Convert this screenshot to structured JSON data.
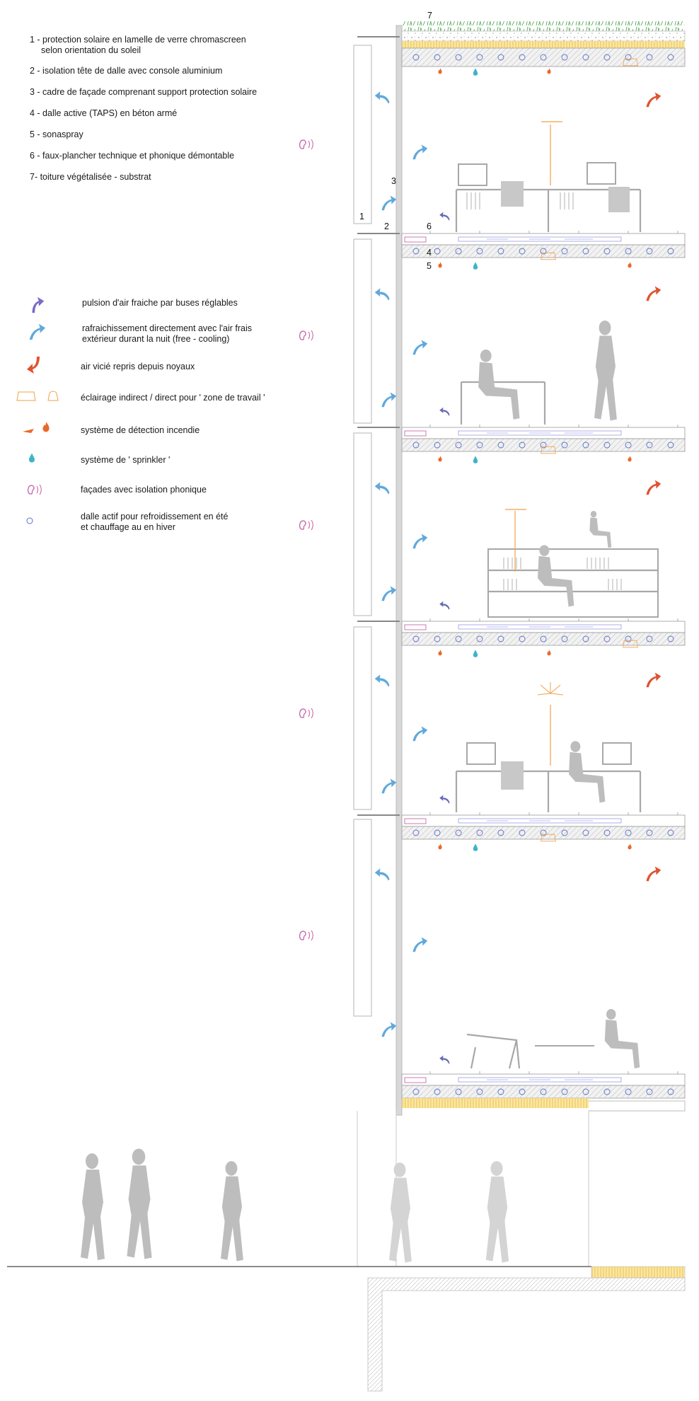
{
  "colors": {
    "fresh_air": "#6a6ab8",
    "free_cooling": "#5fa9dc",
    "exhaust_air": "#e0522e",
    "lighting": "#f0a048",
    "fire": "#e86a2a",
    "sprinkler": "#3fb4c8",
    "acoustic": "#c45aa0",
    "active_slab": "#5a70c8",
    "roof_substrate": "#f4d67a",
    "vegetation": "#4aa04a",
    "furniture": "#a8a8a8",
    "silhouette": "#bdbdbd"
  },
  "section_labels": {
    "n1": "1",
    "n2": "2",
    "n3": "3",
    "n4": "4",
    "n5": "5",
    "n6": "6",
    "n7": "7"
  },
  "components_legend": [
    {
      "line1": "1 - protection solaire en lamelle de verre chromascreen",
      "line2": "selon orientation du soleil"
    },
    {
      "line1": "2 - isolation tête de dalle avec console aluminium",
      "line2": ""
    },
    {
      "line1": "3 -  cadre de façade comprenant support protection solaire",
      "line2": ""
    },
    {
      "line1": "4 - dalle active (TAPS) en béton armé",
      "line2": ""
    },
    {
      "line1": "5 - sonaspray",
      "line2": ""
    },
    {
      "line1": "6 - faux-plancher technique et phonique démontable",
      "line2": ""
    },
    {
      "line1": "7- toiture végétalisée - substrat",
      "line2": ""
    }
  ],
  "systems_legend": [
    {
      "icon": "fresh-air-arrow-icon",
      "line1": "pulsion d'air fraiche par buses réglables",
      "line2": ""
    },
    {
      "icon": "free-cooling-arrow-icon",
      "line1": "rafraichissement directement avec l'air frais",
      "line2": "extérieur durant la nuit (free - cooling)"
    },
    {
      "icon": "exhaust-air-arrow-icon",
      "line1": "air vicié repris depuis noyaux",
      "line2": ""
    },
    {
      "icon": "lighting-icon",
      "line1": "éclairage indirect / direct pour ' zone de travail '",
      "line2": ""
    },
    {
      "icon": "fire-detection-icon",
      "line1": "système de détection incendie",
      "line2": ""
    },
    {
      "icon": "sprinkler-drop-icon",
      "line1": "système de ' sprinkler '",
      "line2": ""
    },
    {
      "icon": "acoustic-ear-icon",
      "line1": "façades avec isolation phonique",
      "line2": ""
    },
    {
      "icon": "active-slab-circle-icon",
      "line1": "dalle actif pour refroidissement en été",
      "line2": "et chauffage au en hiver"
    }
  ]
}
